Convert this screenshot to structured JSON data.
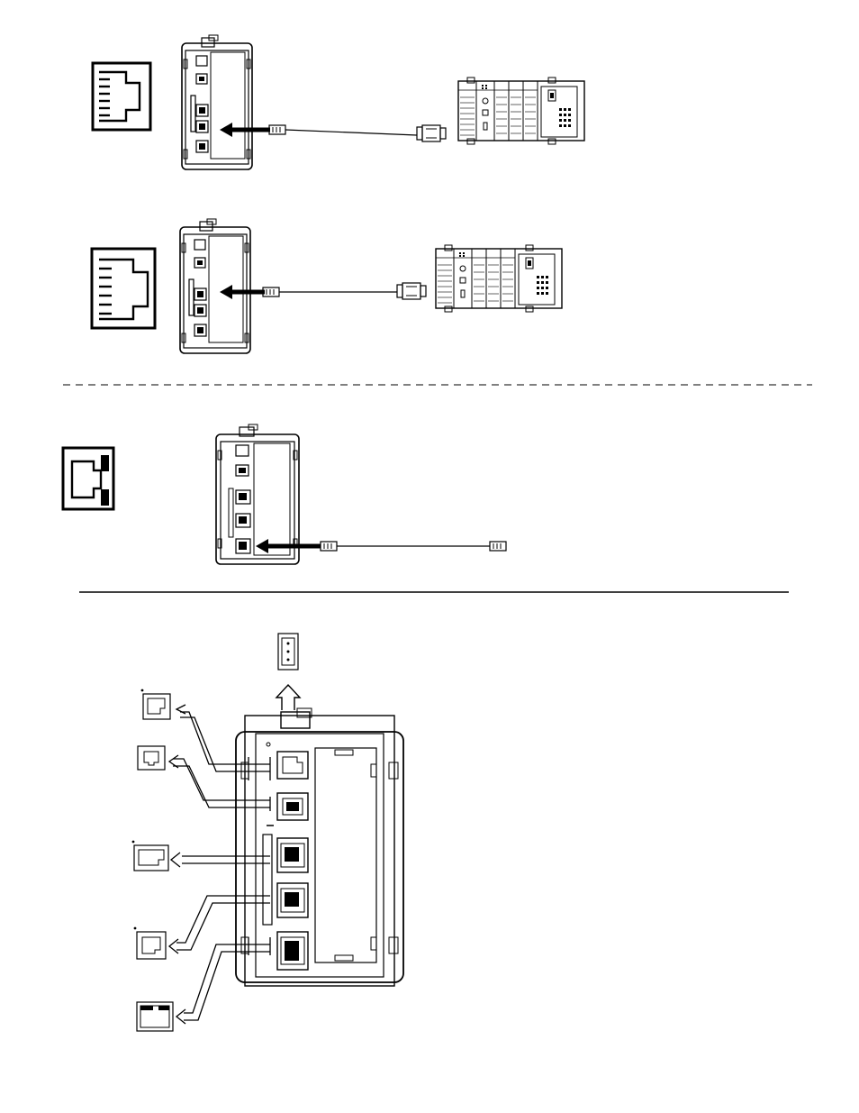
{
  "colors": {
    "ink": "#000000",
    "paper": "#ffffff",
    "arrow_fill": "#000000"
  },
  "sections": [
    {
      "id": "rj45-plc-a",
      "port_icon": "rj45-port-icon",
      "cable": "serial-cable-db9",
      "target": "modular-plc-rack"
    },
    {
      "id": "rj45-plc-b",
      "port_icon": "rj45-port-icon",
      "cable": "serial-cable-db9",
      "target": "modular-plc-rack"
    },
    {
      "id": "rj12-port",
      "port_icon": "rj12-port-icon",
      "cable": "modular-phone-cable",
      "target": "none"
    },
    {
      "id": "port-overview",
      "port_icons": [
        "rj45-port-icon",
        "usb-b-port-icon",
        "rj45-port-icon",
        "rj45-port-icon",
        "rj12-port-icon",
        "power-connector-icon"
      ]
    }
  ],
  "separators": [
    "dashed-line",
    "solid-line"
  ]
}
